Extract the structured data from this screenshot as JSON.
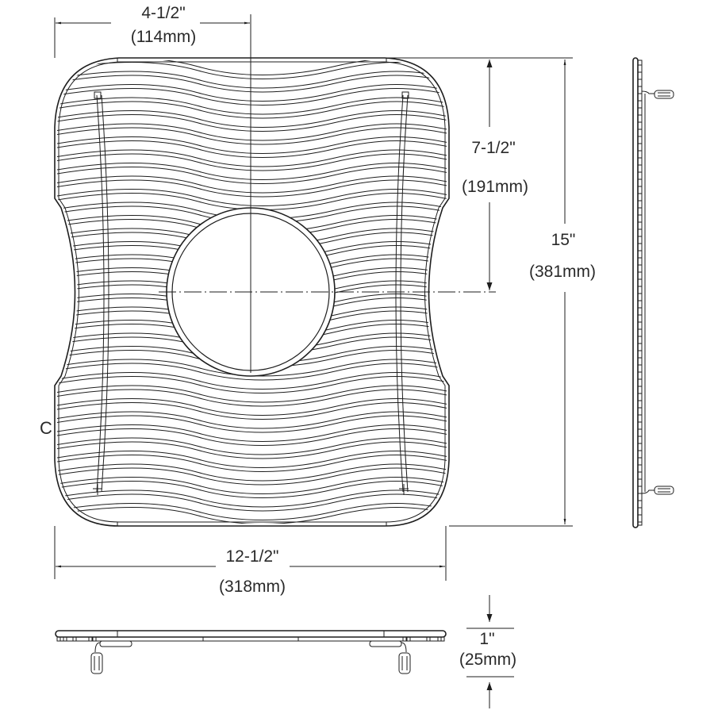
{
  "drawing": {
    "title": "Sink bottom grid dimension drawing",
    "line_color": "#1e1e1e",
    "text_color": "#2a2a2a",
    "background": "#ffffff"
  },
  "dimensions": {
    "center_offset": {
      "imperial": "4-1/2\"",
      "metric": "(114mm)"
    },
    "drain_offset": {
      "imperial": "7-1/2\"",
      "metric": "(191mm)"
    },
    "length": {
      "imperial": "15\"",
      "metric": "(381mm)"
    },
    "width": {
      "imperial": "12-1/2\"",
      "metric": "(318mm)"
    },
    "height": {
      "imperial": "1\"",
      "metric": "(25mm)"
    }
  },
  "annotations": {
    "centerline_symbol": "C"
  },
  "views": [
    {
      "name": "top-view",
      "label": "Top view of grid with circular drain cutout"
    },
    {
      "name": "side-view",
      "label": "Side view with feet"
    },
    {
      "name": "front-view",
      "label": "Front view with feet"
    }
  ]
}
